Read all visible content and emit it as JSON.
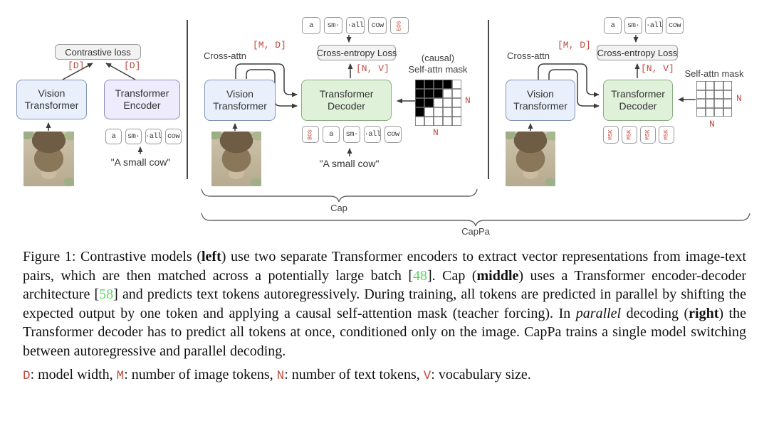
{
  "colors": {
    "red_label": "#c04a3e",
    "green_cite": "#58dc58",
    "blue_box_fill": "#e9effb",
    "blue_box_border": "#8094b8",
    "purple_box_fill": "#edebfc",
    "purple_box_border": "#9089b8",
    "green_box_fill": "#e0f1da",
    "green_box_border": "#8bad83",
    "loss_box_fill": "#f2f2f2",
    "loss_box_border": "#9a9a9a"
  },
  "figure": {
    "left": {
      "loss_label": "Contrastive loss",
      "dim_left": "[D]",
      "dim_right": "[D]",
      "vision_label": "Vision\nTransformer",
      "encoder_label": "Transformer\nEncoder",
      "tokens": [
        {
          "t": "a"
        },
        {
          "t": "sm·"
        },
        {
          "t": "·all"
        },
        {
          "t": "cow"
        }
      ],
      "text_quote": "\"A small cow\""
    },
    "middle": {
      "output_tokens": [
        {
          "t": "a"
        },
        {
          "t": "sm·"
        },
        {
          "t": "·all"
        },
        {
          "t": "cow"
        },
        {
          "t": "EOS",
          "special": true
        }
      ],
      "loss_label": "Cross-entropy Loss",
      "cross_attn_label": "Cross-attn",
      "md_label": "[M, D]",
      "nv_label": "[N, V]",
      "vision_label": "Vision\nTransformer",
      "decoder_label": "Transformer\nDecoder",
      "mask_caption_line1": "(causal)",
      "mask_caption_line2": "Self-attn mask",
      "mask_grid": [
        [
          1,
          1,
          1,
          1,
          0
        ],
        [
          1,
          1,
          1,
          0,
          0
        ],
        [
          1,
          1,
          0,
          0,
          0
        ],
        [
          1,
          0,
          0,
          0,
          0
        ],
        [
          0,
          0,
          0,
          0,
          0
        ]
      ],
      "n_side": "N",
      "n_bottom": "N",
      "input_tokens": [
        {
          "t": "BOS",
          "special": true
        },
        {
          "t": "a"
        },
        {
          "t": "sm·"
        },
        {
          "t": "·all"
        },
        {
          "t": "cow"
        }
      ],
      "text_quote": "\"A small cow\"",
      "brace_label": "Cap"
    },
    "right": {
      "output_tokens": [
        {
          "t": "a"
        },
        {
          "t": "sm·"
        },
        {
          "t": "·all"
        },
        {
          "t": "cow"
        }
      ],
      "loss_label": "Cross-entropy Loss",
      "cross_attn_label": "Cross-attn",
      "md_label": "[M, D]",
      "nv_label": "[N, V]",
      "vision_label": "Vision\nTransformer",
      "decoder_label": "Transformer\nDecoder",
      "mask_caption": "Self-attn mask",
      "mask_grid": [
        [
          0,
          0,
          0,
          0
        ],
        [
          0,
          0,
          0,
          0
        ],
        [
          0,
          0,
          0,
          0
        ],
        [
          0,
          0,
          0,
          0
        ]
      ],
      "n_side": "N",
      "n_bottom": "N",
      "input_tokens": [
        {
          "t": "MSK",
          "special": true
        },
        {
          "t": "MSK",
          "special": true
        },
        {
          "t": "MSK",
          "special": true
        },
        {
          "t": "MSK",
          "special": true
        }
      ],
      "brace_label": "CapPa"
    }
  },
  "caption": {
    "figure_text": [
      {
        "t": "Figure 1: Contrastive models ("
      },
      {
        "t": "left",
        "s": "b"
      },
      {
        "t": ") use two separate Transformer encoders to extract vector representations from image-text pairs, which are then matched across a potentially large batch ["
      },
      {
        "t": "48",
        "s": "green"
      },
      {
        "t": "]. Cap ("
      },
      {
        "t": "middle",
        "s": "b"
      },
      {
        "t": ") uses a Transformer encoder-decoder architecture ["
      },
      {
        "t": "58",
        "s": "green"
      },
      {
        "t": "] and predicts text tokens autoregressively. During training, all tokens are predicted in parallel by shifting the expected output by one token and applying a causal self-attention mask (teacher forcing). In "
      },
      {
        "t": "parallel",
        "s": "i"
      },
      {
        "t": " decoding ("
      },
      {
        "t": "right",
        "s": "b"
      },
      {
        "t": ") the Transformer decoder has to predict all tokens at once, conditioned only on the image. CapPa trains a single model switching between autoregressive and parallel decoding."
      }
    ],
    "legend": [
      {
        "t": "D",
        "s": "redmono"
      },
      {
        "t": ": model width, "
      },
      {
        "t": "M",
        "s": "redmono"
      },
      {
        "t": ": number of image tokens, "
      },
      {
        "t": "N",
        "s": "redmono"
      },
      {
        "t": ": number of text tokens, "
      },
      {
        "t": "V",
        "s": "redmono"
      },
      {
        "t": ": vocabulary size."
      }
    ]
  }
}
